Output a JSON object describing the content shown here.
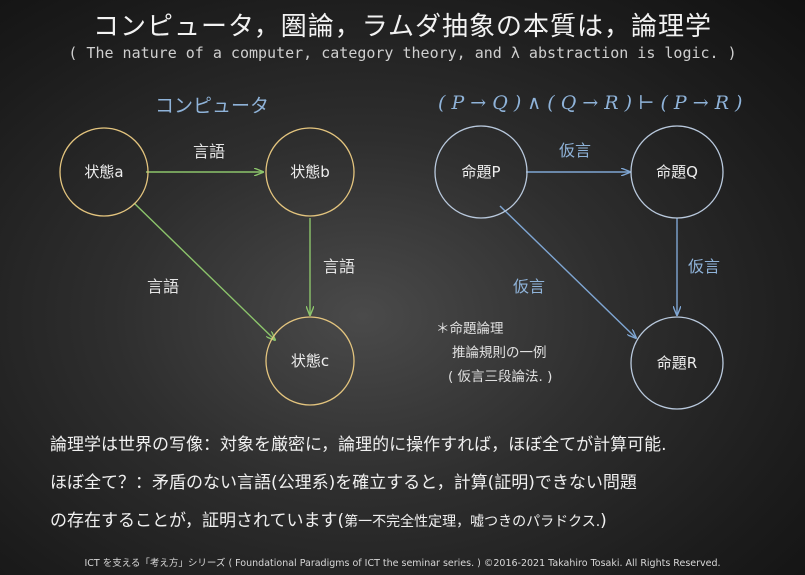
{
  "title": "コンピュータ，圏論，ラムダ抽象の本質は，論理学",
  "subtitle": "( The nature of a computer, category theory, and λ abstraction is logic. )",
  "left_diagram": {
    "heading": "コンピュータ",
    "nodes": [
      {
        "id": "a",
        "label": "状態a"
      },
      {
        "id": "b",
        "label": "状態b"
      },
      {
        "id": "c",
        "label": "状態c"
      }
    ],
    "edges": [
      {
        "from": "a",
        "to": "b",
        "label": "言語"
      },
      {
        "from": "b",
        "to": "c",
        "label": "言語"
      },
      {
        "from": "a",
        "to": "c",
        "label": "言語"
      }
    ],
    "edge_color": "#8cc46b",
    "node_color": "#e3c47e"
  },
  "right_diagram": {
    "heading": "( P → Q ) ∧ ( Q → R ) ⊢ ( P → R )",
    "nodes": [
      {
        "id": "P",
        "label": "命題P"
      },
      {
        "id": "Q",
        "label": "命題Q"
      },
      {
        "id": "R",
        "label": "命題R"
      }
    ],
    "edges": [
      {
        "from": "P",
        "to": "Q",
        "label": "仮言"
      },
      {
        "from": "Q",
        "to": "R",
        "label": "仮言"
      },
      {
        "from": "P",
        "to": "R",
        "label": "仮言"
      }
    ],
    "edge_color": "#7fa6d3",
    "node_color": "#b9c9dd"
  },
  "note": {
    "line1": "＊命題論理",
    "line2": "推論規則の一例",
    "line3": "( 仮言三段論法. )"
  },
  "body": {
    "line1": "論理学は世界の写像：対象を厳密に，論理的に操作すれば，ほぼ全てが計算可能.",
    "line2": "ほぼ全て？：矛盾のない言語(公理系)を確立すると，計算(証明)できない問題",
    "line3_main": "の存在することが，証明されています(",
    "line3_small": "第一不完全性定理，嘘つきのパラドクス.",
    "line3_end": ")"
  },
  "footer": "ICT を支える「考え方」シリーズ ( Foundational Paradigms of ICT the seminar series. ) ©2016-2021 Takahiro Tosaki. All Rights Reserved."
}
